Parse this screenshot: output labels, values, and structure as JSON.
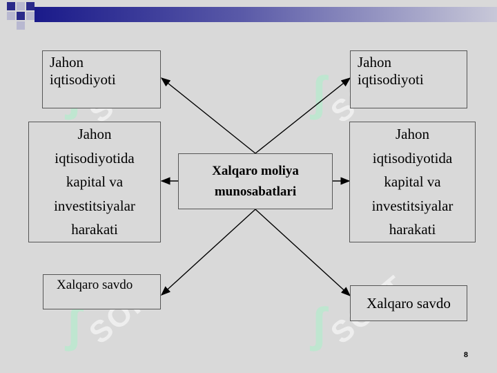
{
  "diagram": {
    "center": {
      "line1": "Xalqaro moliya",
      "line2": "munosabatlari"
    },
    "left": {
      "top": {
        "line1": "Jahon",
        "line2": "iqtisodiyoti"
      },
      "middle": {
        "lines": [
          "Jahon",
          "iqtisodiyotida",
          "kapital va",
          "investitsiyalar",
          "harakati"
        ]
      },
      "bottom": {
        "label": "Xalqaro savdo"
      }
    },
    "right": {
      "top": {
        "line1": "Jahon",
        "line2": "iqtisodiyoti"
      },
      "middle": {
        "lines": [
          "Jahon",
          "iqtisodiyotida",
          "kapital va",
          "investitsiyalar",
          "harakati"
        ]
      },
      "bottom": {
        "label": "Xalqaro savdo"
      }
    }
  },
  "watermark": {
    "text": "SOFT"
  },
  "page_number": "8",
  "colors": {
    "title_bar_dark": "#1a1a8a",
    "title_bar_light": "#c8c8d8",
    "background": "#d9d9d9",
    "watermark": "#a8f0c8"
  }
}
